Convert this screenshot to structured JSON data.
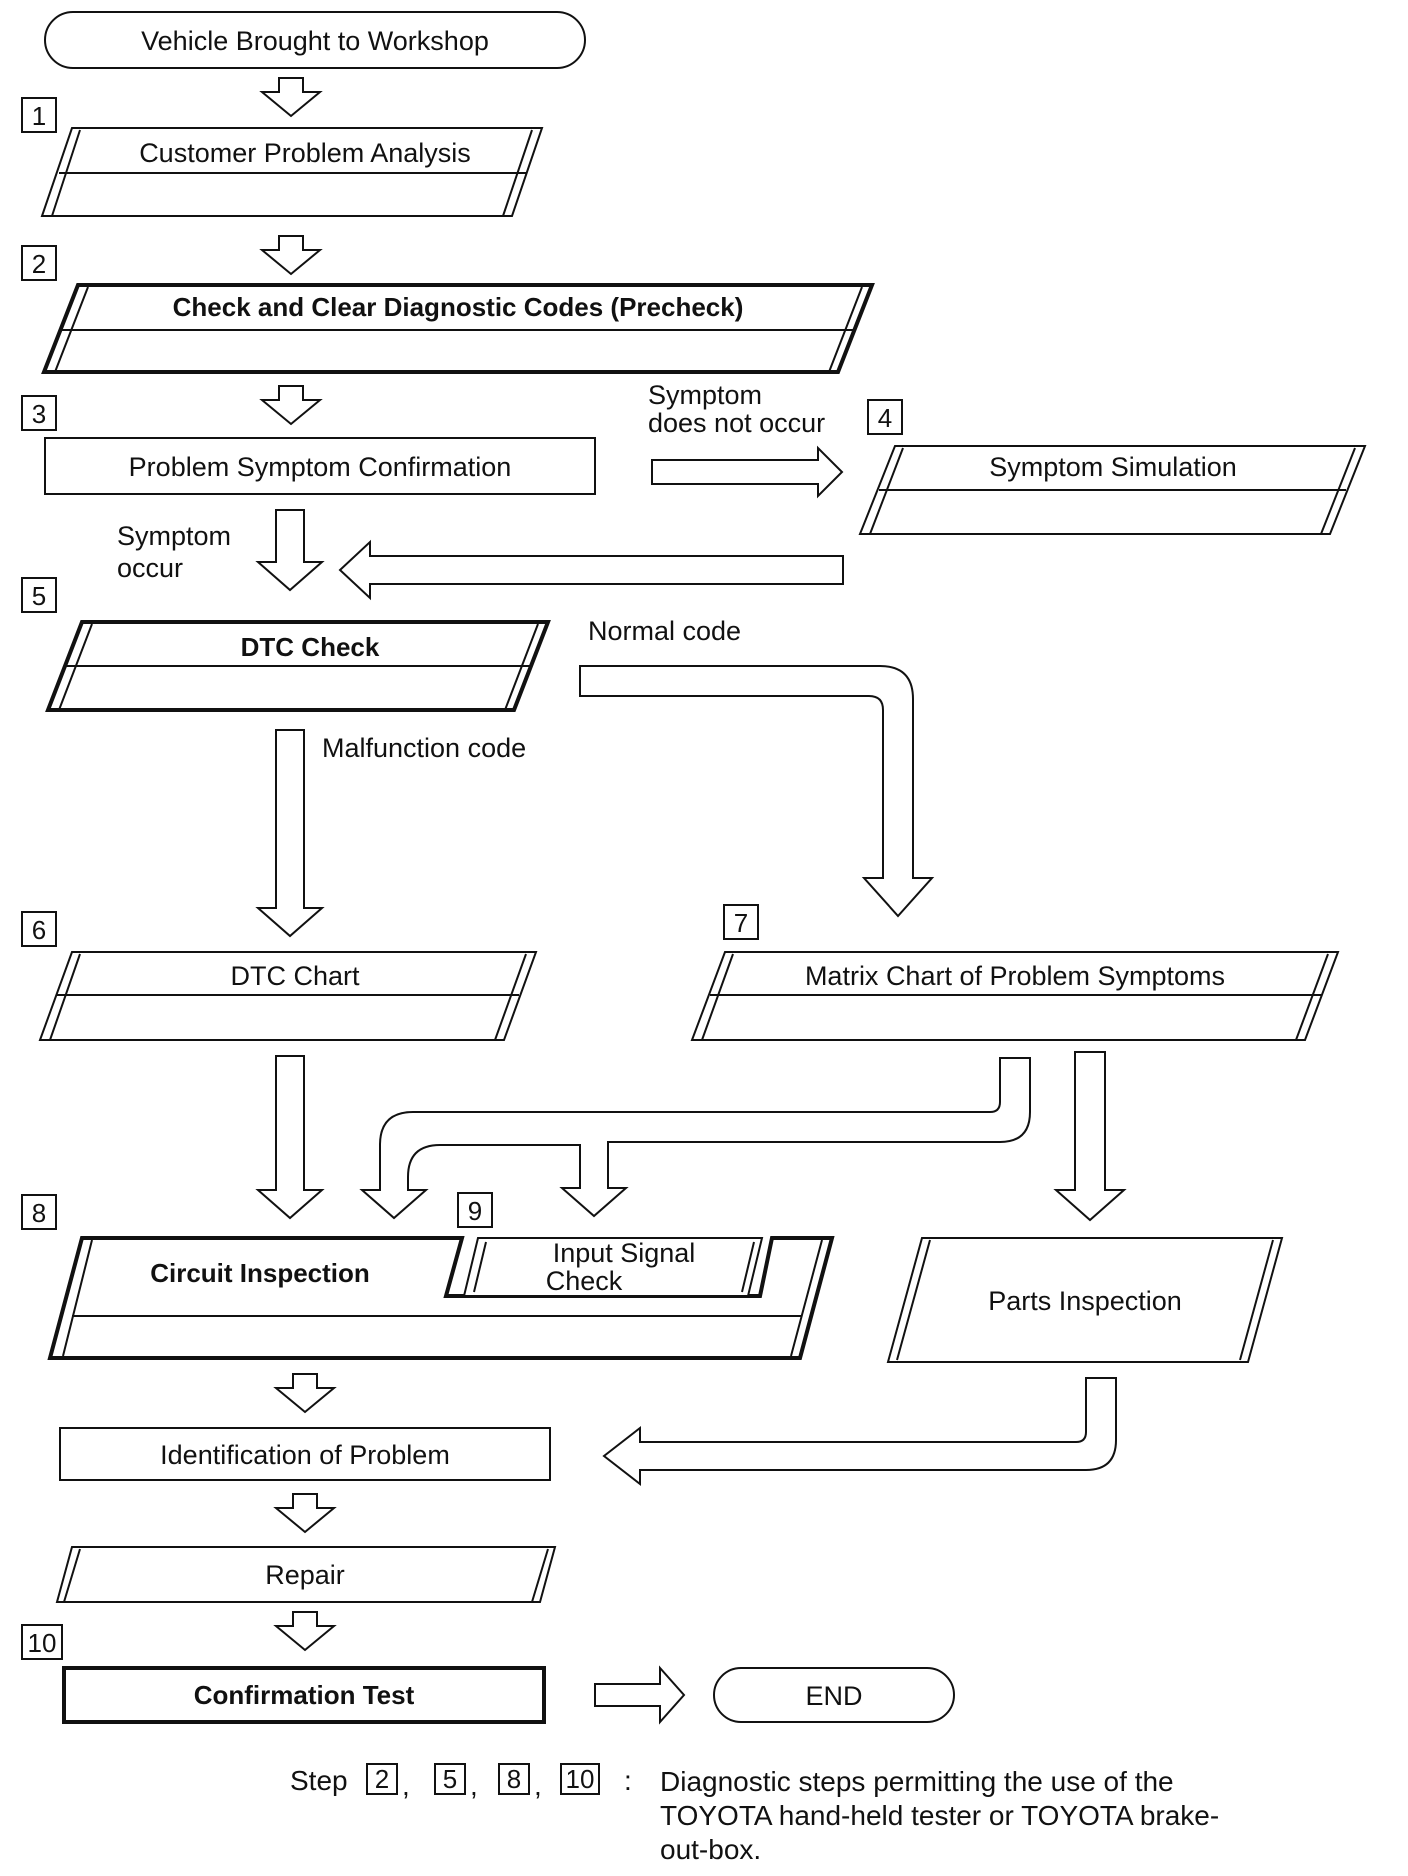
{
  "diagram": {
    "start": "Vehicle Brought to Workshop",
    "steps": [
      {
        "num": "1",
        "label": "Customer Problem Analysis"
      },
      {
        "num": "2",
        "label": "Check and Clear Diagnostic Codes (Precheck)"
      },
      {
        "num": "3",
        "label": "Problem Symptom Confirmation"
      },
      {
        "num": "4",
        "label": "Symptom Simulation"
      },
      {
        "num": "5",
        "label": "DTC Check"
      },
      {
        "num": "6",
        "label": "DTC Chart"
      },
      {
        "num": "7",
        "label": "Matrix Chart of Problem Symptoms"
      },
      {
        "num": "8",
        "label": "Circuit Inspection"
      },
      {
        "num": "9",
        "label_line1": "Input Signal",
        "label_line2": "Check"
      },
      {
        "num": "10",
        "label": "Confirmation Test"
      }
    ],
    "parts_inspection": "Parts Inspection",
    "identification": "Identification of Problem",
    "repair": "Repair",
    "end": "END",
    "branch_labels": {
      "not_occur_line1": "Symptom",
      "not_occur_line2": "does not occur",
      "occur_line1": "Symptom",
      "occur_line2": "occur",
      "normal_code": "Normal code",
      "malfunction_code": "Malfunction code"
    }
  },
  "legend": {
    "prefix": "Step",
    "steps": [
      "2",
      "5",
      "8",
      "10"
    ],
    "colon": ":",
    "description": "Diagnostic steps permitting the use of the TOYOTA hand-held tester or TOYOTA brake-out-box."
  },
  "colors": {
    "ink": "#111111",
    "background": "#ffffff"
  }
}
